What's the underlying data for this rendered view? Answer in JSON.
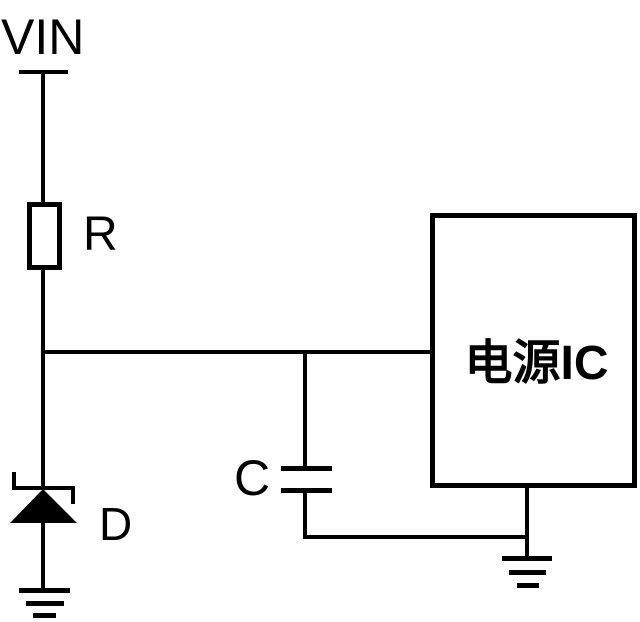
{
  "labels": {
    "vin": "VIN",
    "resistor": "R",
    "capacitor": "C",
    "diode": "D",
    "power_ic": "电源IC"
  },
  "colors": {
    "line": "#000000",
    "background": "#ffffff",
    "diode_fill": "#000000"
  }
}
